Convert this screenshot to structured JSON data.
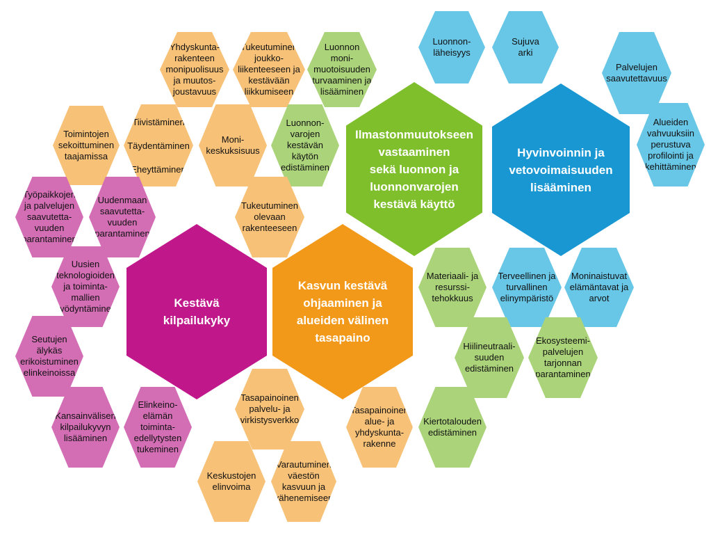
{
  "colors": {
    "orange": "#F7C178",
    "green": "#ABD37A",
    "blue": "#68C6E6",
    "pink": "#D36EB5",
    "main_green": "#7EBF2B",
    "main_blue": "#1897D3",
    "main_magenta": "#C0188B",
    "main_orange": "#F3991A"
  },
  "main_themes": {
    "climate": "Ilmastonmuutokseen\nvastaaminen\nsekä luonnon ja\nluonnonvarojen\nkestävä käyttö",
    "wellbeing": "Hyvinvoinnin ja\nvetovoimaisuuden\nlisääminen",
    "competitiveness": "Kestävä\nkilpailukyky",
    "growth": "Kasvun kestävä\nohjaaminen ja\nalueiden välinen\ntasapaino"
  },
  "cells": {
    "yhdyskuntarakenteen": "Yhdyskunta-\nrakenteen\nmonipuolisuus\nja muutos-\njoustavuus",
    "joukkoliikenne": "Tukeutuminen\njoukko-\nliikenteeseen ja\nkestävään\nliikkumiseen",
    "monimuotoisuus": "Luonnon\nmoni-\nmuotoisuuden\nturvaaminen ja\nlisääminen",
    "luonnonlaheisyys": "Luonnon-\nläheisyys",
    "sujuva_arki": "Sujuva\narki",
    "palvelujen_saavutettavuus": "Palvelujen\nsaavutettavuus",
    "toimintojen_sekoittuminen": "Toimintojen\nsekoittuminen\ntaajamissa",
    "tiivistaminen": "Tiivistäminen\n\nTäydentäminen\n\nEheyttäminen",
    "monikeskuksisuus": "Moni-\nkeskuksisuus",
    "luonnonvarojen_kaytto": "Luonnon-\nvarojen\nkestävän\nkäytön\nedistäminen",
    "alueiden_vahvuudet": "Alueiden\nvahvuuksiin\nperustuva\nprofilointi ja\nkehittäminen",
    "tyopaikkojen": "Työpaikkojen\nja palvelujen\nsaavutetta-\nvuuden\nparantaminen",
    "uudenmaan": "Uudenmaan\nsaavutetta-\nvuuden\nparantaminen",
    "olevaan_rakenteeseen": "Tukeutuminen\nolevaan\nrakenteeseen",
    "uusien_teknologioiden": "Uusien\nteknologioiden\nja toiminta-\nmallien\nhyödyntäminen",
    "materiaali": "Materiaali- ja\nresurssi-\ntehokkuus",
    "terveellinen": "Terveellinen ja\nturvallinen\nelinympäristö",
    "moninaistuvat": "Moninaistuvat\nelämäntavat ja\narvot",
    "seutujen": "Seutujen\nälykäs\nerikoistuminen\nelinkeinoissa",
    "hiilineutraalisuus": "Hiilineutraali-\nsuuden\nedistäminen",
    "ekosysteemi": "Ekosysteemi-\npalvelujen\ntarjonnan\nparantaminen",
    "palveluverkko": "Tasapainoinen\npalvelu- ja\nvirkistysverkko",
    "kansainvalinen": "Kansainvälisen\nkilpailukyvyn\nlisääminen",
    "elinkeinoelaman": "Elinkeino-\nelämän\ntoiminta-\nedellytysten\ntukeminen",
    "yhdyskuntarakenne": "Tasapainoinen\nalue- ja\nyhdyskunta-\nrakenne",
    "kiertotalous": "Kiertotalouden\nedistäminen",
    "keskustojen": "Keskustojen\nelinvoima",
    "varautuminen": "Varautuminen\nväestön\nkasvuun ja\nvähenemiseen"
  }
}
